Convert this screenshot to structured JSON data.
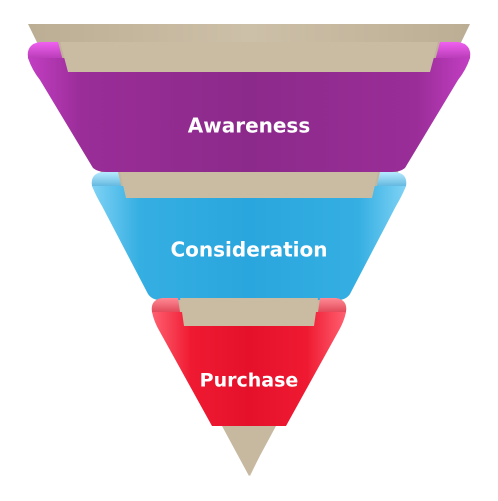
{
  "funnel": {
    "stages": [
      {
        "label": "Awareness",
        "color": "#8e2a8c"
      },
      {
        "label": "Consideration",
        "color": "#2aa8df"
      },
      {
        "label": "Purchase",
        "color": "#e8102a"
      }
    ],
    "background_color": "#c7b9a0"
  }
}
